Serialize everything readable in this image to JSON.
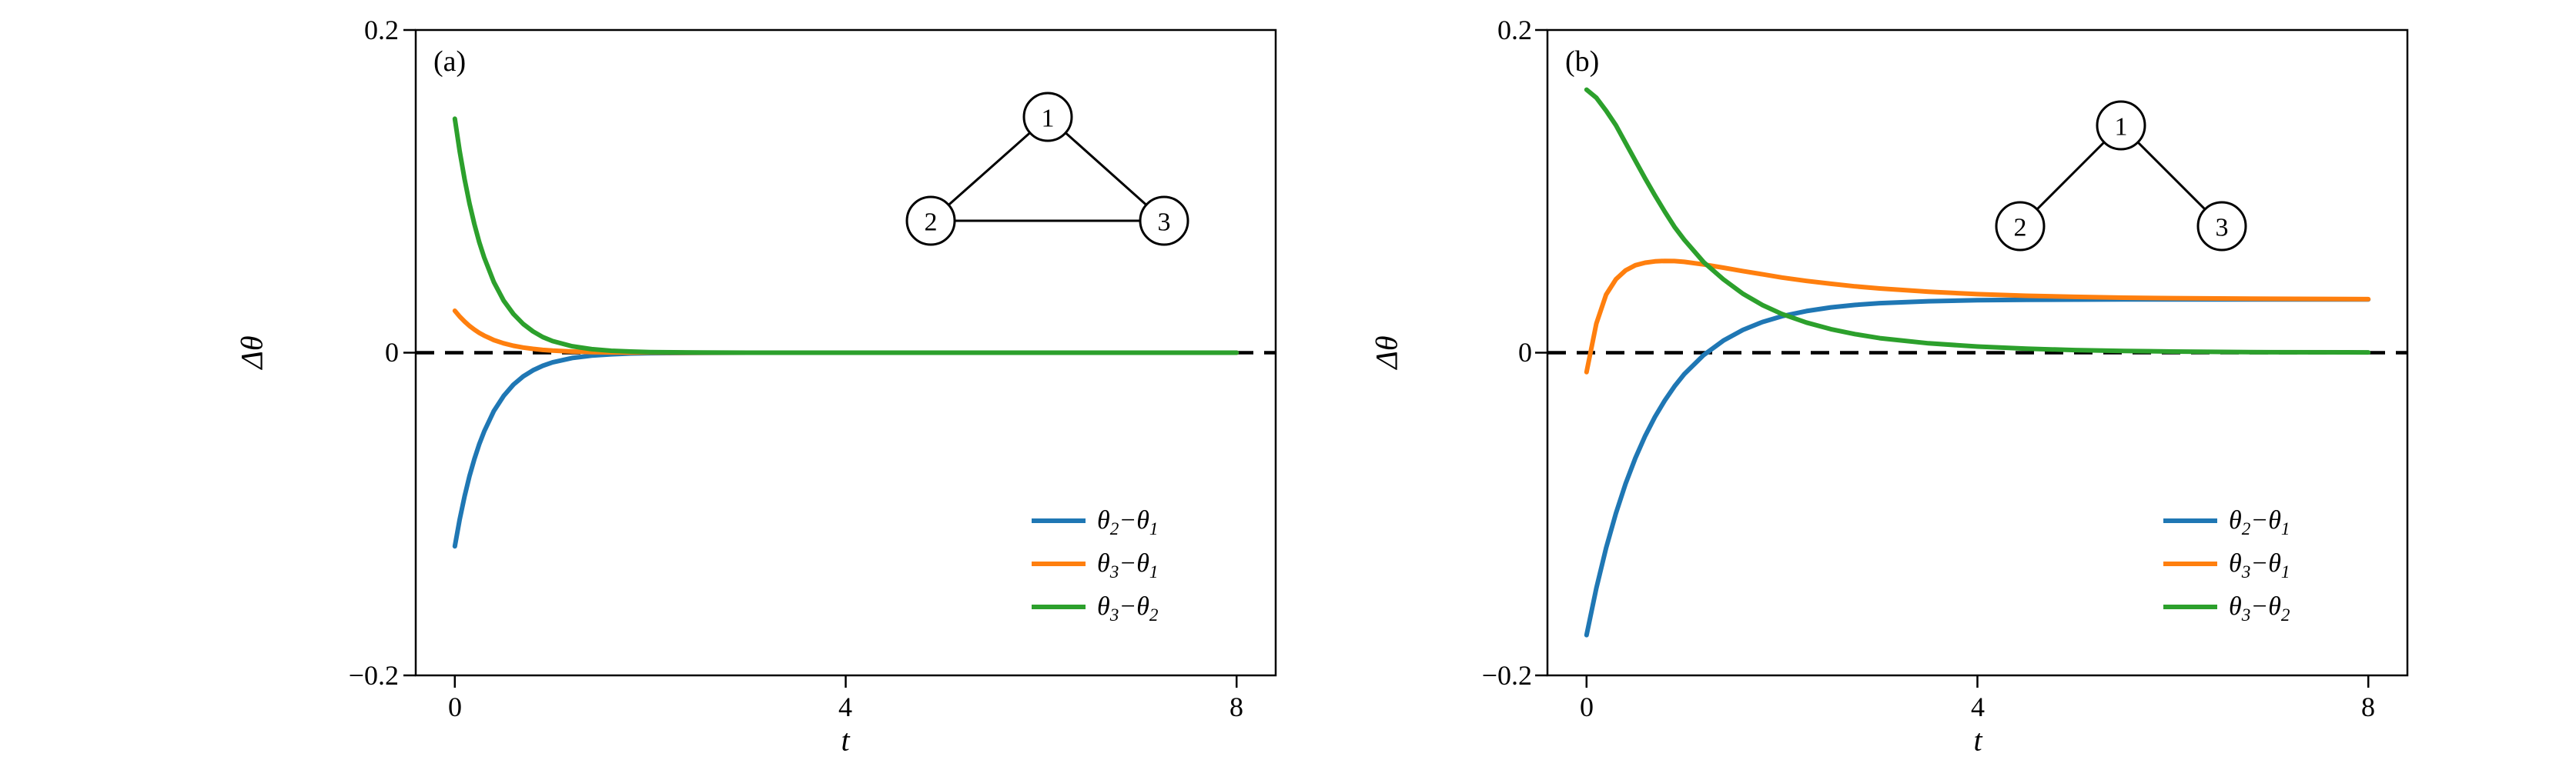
{
  "figure": {
    "background": "#ffffff"
  },
  "colors": {
    "blue": "#1f77b4",
    "orange": "#ff7f0e",
    "green": "#2ca02c",
    "axis": "#000000"
  },
  "chart_data": [
    {
      "type": "line",
      "title": "(a)",
      "xlabel": "t",
      "ylabel": "Δθ",
      "xlim": [
        -0.4,
        8.4
      ],
      "ylim": [
        -0.2,
        0.2
      ],
      "x_ticks": [
        0,
        4,
        8
      ],
      "x_tick_labels": [
        "0",
        "4",
        "8"
      ],
      "y_ticks": [
        -0.2,
        0,
        0.2
      ],
      "y_tick_labels": [
        "−0.2",
        "0",
        "0.2"
      ],
      "grid": false,
      "legend_position": "lower right",
      "zero_line": {
        "y": 0,
        "style": "dashed",
        "color": "#000000"
      },
      "network_inset": {
        "topology": "triangle",
        "nodes": [
          "1",
          "2",
          "3"
        ],
        "edges": [
          [
            0,
            1
          ],
          [
            0,
            2
          ],
          [
            1,
            2
          ]
        ]
      },
      "series": [
        {
          "id": "theta2-theta1",
          "name": "θ₂−θ₁",
          "color": "#1f77b4",
          "x": [
            0,
            0.05,
            0.1,
            0.15,
            0.2,
            0.25,
            0.3,
            0.4,
            0.5,
            0.6,
            0.7,
            0.8,
            0.9,
            1.0,
            1.2,
            1.4,
            1.6,
            1.8,
            2.0,
            2.5,
            3.0,
            4.0,
            5.0,
            6.0,
            7.0,
            8.0
          ],
          "y": [
            -0.12,
            -0.1033,
            -0.0889,
            -0.0765,
            -0.0659,
            -0.0567,
            -0.0488,
            -0.0361,
            -0.0268,
            -0.0198,
            -0.0147,
            -0.0109,
            -0.0081,
            -0.006,
            -0.0033,
            -0.0018,
            -0.001,
            -0.0005,
            -0.0003,
            -0.0001,
            0,
            0,
            0,
            0,
            0,
            0
          ]
        },
        {
          "id": "theta3-theta1",
          "name": "θ₃−θ₁",
          "color": "#ff7f0e",
          "x": [
            0,
            0.05,
            0.1,
            0.15,
            0.2,
            0.25,
            0.3,
            0.4,
            0.5,
            0.6,
            0.7,
            0.8,
            0.9,
            1.0,
            1.2,
            1.4,
            1.6,
            1.8,
            2.0,
            2.5,
            3.0,
            4.0,
            5.0,
            6.0,
            7.0,
            8.0
          ],
          "y": [
            0.026,
            0.0224,
            0.0193,
            0.0166,
            0.0143,
            0.0123,
            0.0106,
            0.0078,
            0.0058,
            0.0043,
            0.0032,
            0.0024,
            0.0017,
            0.0013,
            0.0007,
            0.0004,
            0.0002,
            0.0001,
            0.0001,
            0,
            0,
            0,
            0,
            0,
            0,
            0
          ]
        },
        {
          "id": "theta3-theta2",
          "name": "θ₃−θ₂",
          "color": "#2ca02c",
          "x": [
            0,
            0.05,
            0.1,
            0.15,
            0.2,
            0.25,
            0.3,
            0.4,
            0.5,
            0.6,
            0.7,
            0.8,
            0.9,
            1.0,
            1.2,
            1.4,
            1.6,
            1.8,
            2.0,
            2.5,
            3.0,
            4.0,
            5.0,
            6.0,
            7.0,
            8.0
          ],
          "y": [
            0.145,
            0.1248,
            0.1074,
            0.0925,
            0.0796,
            0.0685,
            0.059,
            0.0437,
            0.0323,
            0.024,
            0.0178,
            0.0132,
            0.0097,
            0.0072,
            0.004,
            0.0022,
            0.0012,
            0.0007,
            0.0004,
            0.0001,
            0,
            0,
            0,
            0,
            0,
            0
          ]
        }
      ]
    },
    {
      "type": "line",
      "title": "(b)",
      "xlabel": "t",
      "ylabel": "Δθ",
      "xlim": [
        -0.4,
        8.4
      ],
      "ylim": [
        -0.2,
        0.2
      ],
      "x_ticks": [
        0,
        4,
        8
      ],
      "x_tick_labels": [
        "0",
        "4",
        "8"
      ],
      "y_ticks": [
        -0.2,
        0,
        0.2
      ],
      "y_tick_labels": [
        "−0.2",
        "0",
        "0.2"
      ],
      "grid": false,
      "legend_position": "lower right",
      "zero_line": {
        "y": 0,
        "style": "dashed",
        "color": "#000000"
      },
      "network_inset": {
        "topology": "star",
        "nodes": [
          "1",
          "2",
          "3"
        ],
        "edges": [
          [
            0,
            1
          ],
          [
            0,
            2
          ]
        ]
      },
      "series": [
        {
          "id": "theta2-theta1",
          "name": "θ₂−θ₁",
          "color": "#1f77b4",
          "x": [
            0,
            0.1,
            0.2,
            0.3,
            0.4,
            0.5,
            0.6,
            0.7,
            0.8,
            0.9,
            1.0,
            1.2,
            1.4,
            1.6,
            1.8,
            2.0,
            2.25,
            2.5,
            2.75,
            3.0,
            3.5,
            4.0,
            4.5,
            5.0,
            5.5,
            6.0,
            7.0,
            8.0
          ],
          "y": [
            -0.175,
            -0.146,
            -0.121,
            -0.0996,
            -0.0812,
            -0.0653,
            -0.0516,
            -0.0398,
            -0.0297,
            -0.0209,
            -0.0133,
            -0.0014,
            0.0075,
            0.0141,
            0.019,
            0.0226,
            0.0258,
            0.0281,
            0.0296,
            0.0307,
            0.0319,
            0.0325,
            0.0328,
            0.0329,
            0.033,
            0.033,
            0.033,
            0.033
          ]
        },
        {
          "id": "theta3-theta1",
          "name": "θ₃−θ₁",
          "color": "#ff7f0e",
          "x": [
            0,
            0.1,
            0.2,
            0.3,
            0.4,
            0.5,
            0.6,
            0.7,
            0.8,
            0.9,
            1.0,
            1.2,
            1.4,
            1.6,
            1.8,
            2.0,
            2.25,
            2.5,
            2.75,
            3.0,
            3.5,
            4.0,
            4.5,
            5.0,
            5.5,
            6.0,
            7.0,
            8.0
          ],
          "y": [
            -0.012,
            0.018,
            0.036,
            0.0455,
            0.051,
            0.0542,
            0.0558,
            0.0566,
            0.0569,
            0.0568,
            0.0563,
            0.0547,
            0.0527,
            0.0506,
            0.0486,
            0.0466,
            0.0445,
            0.0427,
            0.0411,
            0.0398,
            0.0378,
            0.0363,
            0.0353,
            0.0346,
            0.0341,
            0.0338,
            0.0334,
            0.0332
          ]
        },
        {
          "id": "theta3-theta2",
          "name": "θ₃−θ₂",
          "color": "#2ca02c",
          "x": [
            0,
            0.1,
            0.2,
            0.3,
            0.4,
            0.5,
            0.6,
            0.7,
            0.8,
            0.9,
            1.0,
            1.2,
            1.4,
            1.6,
            1.8,
            2.0,
            2.25,
            2.5,
            2.75,
            3.0,
            3.5,
            4.0,
            4.5,
            5.0,
            5.5,
            6.0,
            7.0,
            8.0
          ],
          "y": [
            0.163,
            0.158,
            0.15,
            0.141,
            0.13,
            0.119,
            0.108,
            0.0975,
            0.0875,
            0.078,
            0.07,
            0.056,
            0.0455,
            0.0365,
            0.0295,
            0.024,
            0.0187,
            0.0146,
            0.0115,
            0.009,
            0.0058,
            0.0038,
            0.0025,
            0.0016,
            0.0011,
            0.0007,
            0.0003,
            0.0002
          ]
        }
      ]
    }
  ]
}
